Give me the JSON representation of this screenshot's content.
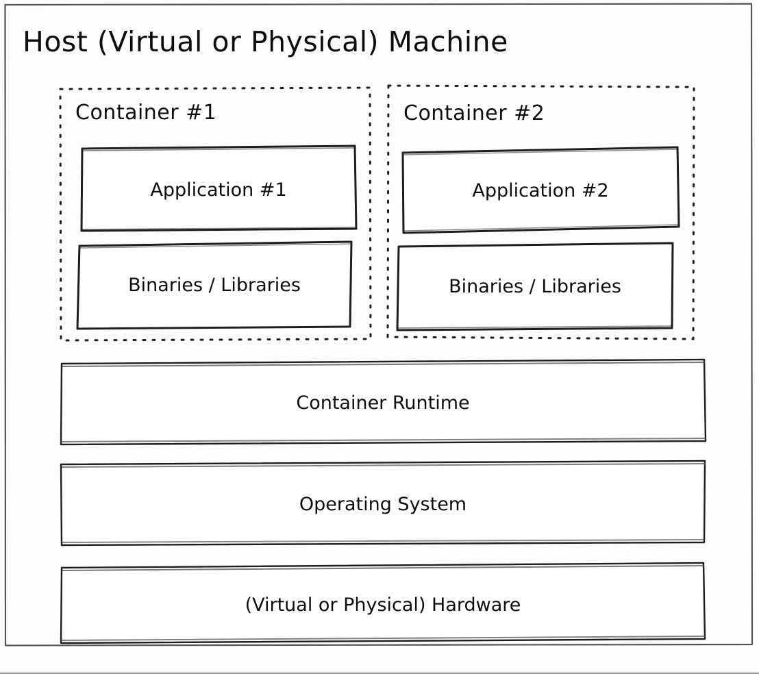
{
  "diagram": {
    "title": "Host (Virtual or Physical) Machine",
    "style": "hand-drawn sketch",
    "stroke_color": "#1e1e1e",
    "background_color": "#fdfdfd",
    "containers": [
      {
        "label": "Container #1",
        "border_style": "dashed",
        "items": [
          {
            "label": "Application #1"
          },
          {
            "label": "Binaries / Libraries"
          }
        ]
      },
      {
        "label": "Container #2",
        "border_style": "dashed",
        "items": [
          {
            "label": "Application #2"
          },
          {
            "label": "Binaries / Libraries"
          }
        ]
      }
    ],
    "layers": [
      {
        "label": "Container Runtime"
      },
      {
        "label": "Operating System"
      },
      {
        "label": "(Virtual or Physical) Hardware"
      }
    ]
  }
}
